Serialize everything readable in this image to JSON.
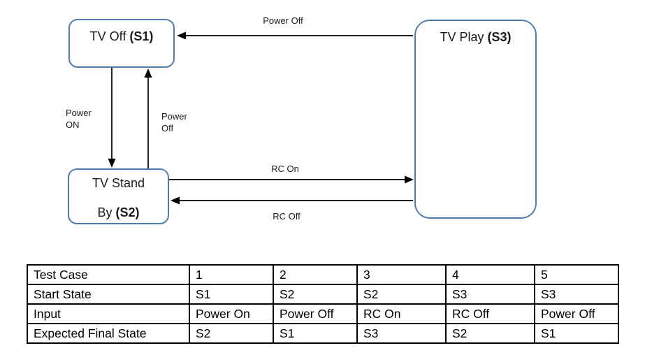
{
  "diagram": {
    "states": {
      "s1": {
        "label": "TV Off",
        "code": "(S1)"
      },
      "s2": {
        "line1": "TV Stand",
        "line2": "By",
        "code": "(S2)"
      },
      "s3": {
        "label": "TV Play",
        "code": "(S3)"
      }
    },
    "transitions": {
      "power_off_top": "Power Off",
      "power_on": "Power\nON",
      "power_off_up": "Power\nOff",
      "rc_on": "RC On",
      "rc_off": "RC Off"
    },
    "colors": {
      "state_border": "#4f7cae",
      "arrow": "#000000",
      "text": "#1a1a1a"
    }
  },
  "table": {
    "rows": [
      {
        "header": "Test Case",
        "values": [
          "1",
          "2",
          "3",
          "4",
          "5"
        ]
      },
      {
        "header": "Start State",
        "values": [
          "S1",
          "S2",
          "S2",
          "S3",
          "S3"
        ]
      },
      {
        "header": "Input",
        "values": [
          "Power On",
          "Power Off",
          "RC On",
          "RC Off",
          "Power Off"
        ]
      },
      {
        "header": "Expected Final State",
        "values": [
          "S2",
          "S1",
          "S3",
          "S2",
          "S1"
        ]
      }
    ]
  }
}
